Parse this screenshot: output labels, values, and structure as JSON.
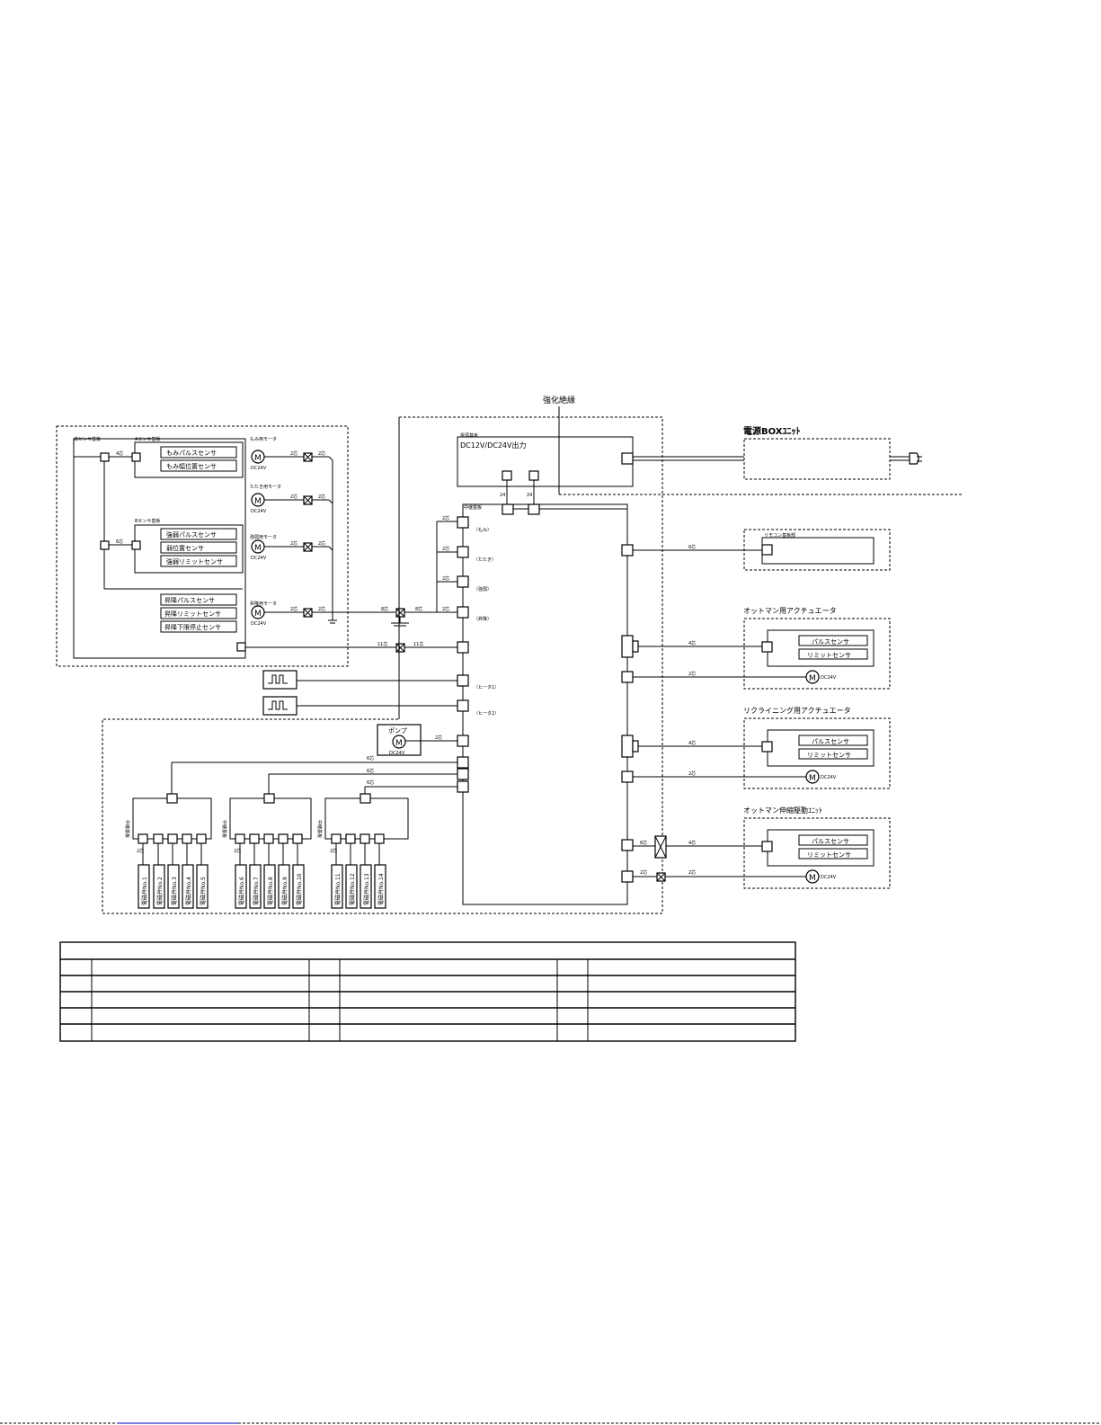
{
  "header": {
    "insulation_label": "強化絶縁"
  },
  "power_box": {
    "title": "電源BOXﾕﾆｯﾄ"
  },
  "main_board": {
    "label": "電源基板",
    "output_label": "DC12V/DC24V出力",
    "relay_label": "中継基板"
  },
  "remote": {
    "board_label": "リモコン基板部"
  },
  "sensor_boards": {
    "body_sensor_label": "体センサ基板",
    "upper_label": "Aセンサ基板",
    "mid_label": "Bセンサ基板",
    "upper_sensors": [
      "もみパルスセンサ",
      "もみ幅位置センサ"
    ],
    "mid_sensors": [
      "強弱パルスセンサ",
      "弱位置センサ",
      "強弱リミットセンサ"
    ],
    "lift_sensors": [
      "昇降パルスセンサ",
      "昇降リミットセンサ",
      "昇降下限停止センサ"
    ]
  },
  "motors": [
    {
      "name": "もみ用モータ",
      "voltage": "DC24V"
    },
    {
      "name": "たたき用モータ",
      "voltage": "DC24V"
    },
    {
      "name": "強弱用モータ",
      "voltage": "DC24V"
    },
    {
      "name": "昇降用モータ",
      "voltage": "DC24V"
    }
  ],
  "wire_counts": {
    "w2": "2芯",
    "w4": "4芯",
    "w6": "6芯",
    "w8": "8芯",
    "w11": "11芯"
  },
  "connector_tags": [
    "（もみ）",
    "（たたき）",
    "（強弱）",
    "（昇降）",
    "（ヒータ1）",
    "（ヒータ2）"
  ],
  "pump": {
    "label": "ポンプ",
    "voltage": "DC24V"
  },
  "actuators": [
    {
      "title": "オットマン用アクチュエータ",
      "sensors": [
        "パルスセンサ",
        "リミットセンサ"
      ],
      "voltage": "DC24V"
    },
    {
      "title": "リクライニング用アクチュエータ",
      "sensors": [
        "パルスセンサ",
        "リミットセンサ"
      ],
      "voltage": "DC24V"
    },
    {
      "title": "オットマン伸縮駆動ﾕﾆｯﾄ",
      "sensors": [
        "パルスセンサ",
        "リミットセンサ"
      ],
      "voltage": "DC24V"
    }
  ],
  "valve_groups": [
    {
      "label": "中継基板",
      "valves": [
        "電磁弁No.1",
        "電磁弁No.2",
        "電磁弁No.3",
        "電磁弁No.4",
        "電磁弁No.5"
      ]
    },
    {
      "label": "中継基板",
      "valves": [
        "電磁弁No.6",
        "電磁弁No.7",
        "電磁弁No.8",
        "電磁弁No.9",
        "電磁弁No.10"
      ]
    },
    {
      "label": "中継基板",
      "valves": [
        "電磁弁No.11",
        "電磁弁No.12",
        "電磁弁No.13",
        "電磁弁No.14"
      ]
    }
  ],
  "legend_table": {
    "rows": 5,
    "columns": 6
  },
  "colors": {
    "line": "#000000",
    "footer_link": "#3333cc"
  }
}
